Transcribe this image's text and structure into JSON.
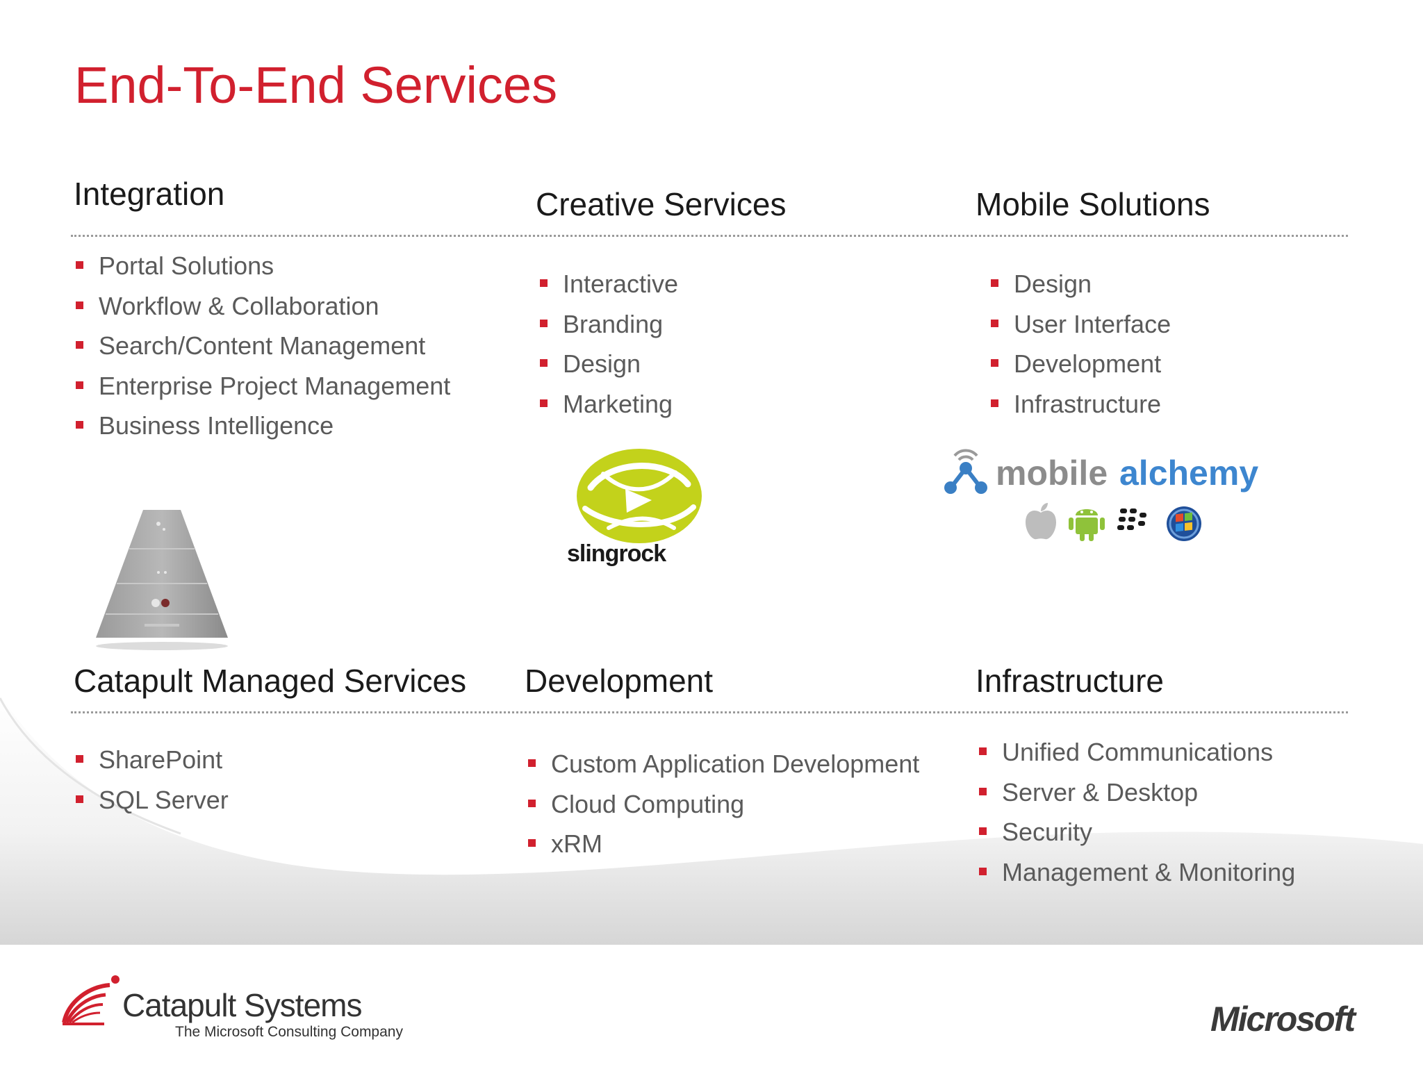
{
  "slide": {
    "title": "End-To-End Services",
    "accent_color": "#d1202e",
    "sections": [
      {
        "heading": "Integration",
        "items": [
          "Portal Solutions",
          "Workflow & Collaboration",
          "Search/Content Management",
          "Enterprise Project Management",
          "Business Intelligence"
        ]
      },
      {
        "heading": "Creative Services",
        "items": [
          "Interactive",
          "Branding",
          "Design",
          "Marketing"
        ]
      },
      {
        "heading": "Mobile Solutions",
        "items": [
          "Design",
          "User Interface",
          "Development",
          "Infrastructure"
        ]
      },
      {
        "heading": "Catapult  Managed Services",
        "items": [
          "SharePoint",
          "SQL Server"
        ]
      },
      {
        "heading": "Development",
        "items": [
          "Custom Application Development",
          "Cloud Computing",
          "xRM"
        ]
      },
      {
        "heading": "Infrastructure",
        "items": [
          "Unified Communications",
          "Server & Desktop",
          "Security",
          "Management & Monitoring"
        ]
      }
    ],
    "logos": {
      "slingrock": "slingrock",
      "mobile_alchemy_word1": "mobile",
      "mobile_alchemy_word2": "alchemy",
      "platform_icons": [
        "apple-icon",
        "android-icon",
        "blackberry-icon",
        "windows-icon"
      ],
      "catapult_name": "Catapult Systems",
      "catapult_tagline": "The Microsoft Consulting Company",
      "microsoft": "Microsoft"
    }
  }
}
